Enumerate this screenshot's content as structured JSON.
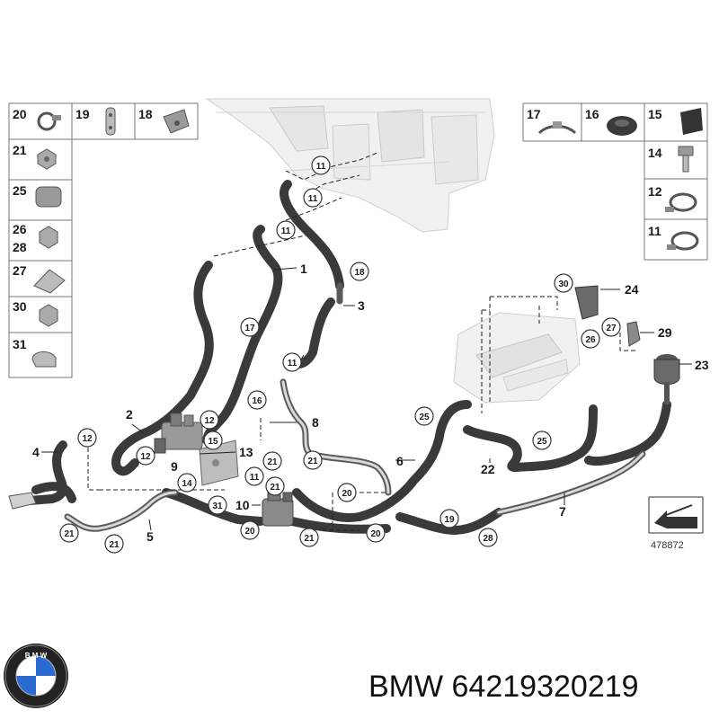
{
  "brand": {
    "name": "BMW",
    "part_number": "64219320219",
    "logo_letters": "BMW"
  },
  "diagram": {
    "reference_number": "478872",
    "catalog_box_left": [
      {
        "label": "20",
        "icon": "hose-clamp-icon"
      },
      {
        "label": "19",
        "icon": "pipe-holder-icon"
      },
      {
        "label": "18",
        "icon": "clip-icon"
      },
      {
        "label": "21",
        "icon": "hex-nut-icon"
      },
      {
        "label": "25",
        "icon": "sleeve-icon"
      },
      {
        "label": "26",
        "icon": "nut-icon"
      },
      {
        "label": "28",
        "icon": "nut-icon"
      },
      {
        "label": "27",
        "icon": "spring-nut-icon"
      },
      {
        "label": "30",
        "icon": "collar-nut-icon"
      },
      {
        "label": "31",
        "icon": "pipe-clip-icon"
      }
    ],
    "catalog_box_right": [
      {
        "label": "17",
        "icon": "strap-clamp-icon"
      },
      {
        "label": "16",
        "icon": "grommet-icon"
      },
      {
        "label": "15",
        "icon": "rubber-mount-icon"
      },
      {
        "label": "14",
        "icon": "bolt-icon"
      },
      {
        "label": "12",
        "icon": "hose-clamp-icon"
      },
      {
        "label": "11",
        "icon": "hose-clamp-icon"
      }
    ],
    "callout_labels": [
      "1",
      "2",
      "3",
      "4",
      "5",
      "6",
      "7",
      "8",
      "9",
      "10",
      "13",
      "22",
      "23",
      "24",
      "29"
    ],
    "circled_labels": [
      "11",
      "11",
      "11",
      "11",
      "11",
      "12",
      "12",
      "12",
      "14",
      "15",
      "16",
      "17",
      "18",
      "19",
      "20",
      "20",
      "20",
      "21",
      "21",
      "21",
      "21",
      "21",
      "21",
      "25",
      "25",
      "26",
      "27",
      "28",
      "30",
      "31"
    ]
  }
}
